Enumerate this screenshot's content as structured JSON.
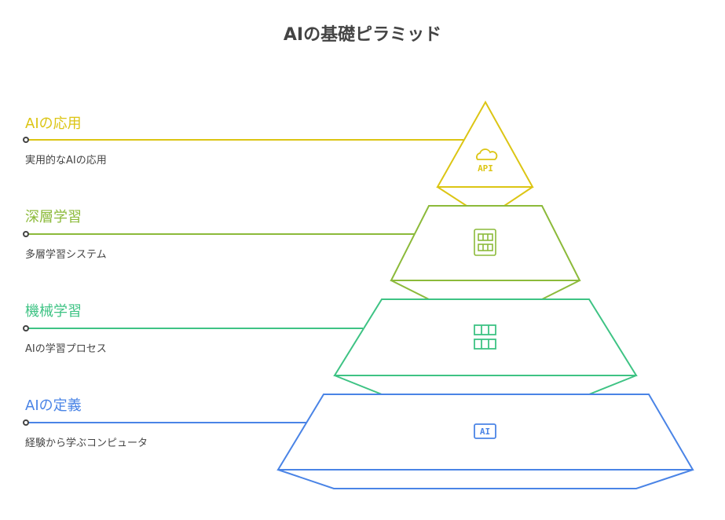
{
  "title": "AIの基礎ピラミッド",
  "levels": [
    {
      "label": "AIの応用",
      "description": "実用的なAIの応用",
      "icon": "cloud-api-icon",
      "icon_text": "API",
      "color": "#dcc514"
    },
    {
      "label": "深層学習",
      "description": "多層学習システム",
      "icon": "grid-panel-icon",
      "color": "#8cba3a"
    },
    {
      "label": "機械学習",
      "description": "AIの学習プロセス",
      "icon": "grid-icon",
      "color": "#3ec384"
    },
    {
      "label": "AIの定義",
      "description": "経験から学ぶコンピュータ",
      "icon": "ai-chip-icon",
      "icon_text": "AI",
      "color": "#4a84e6"
    }
  ]
}
